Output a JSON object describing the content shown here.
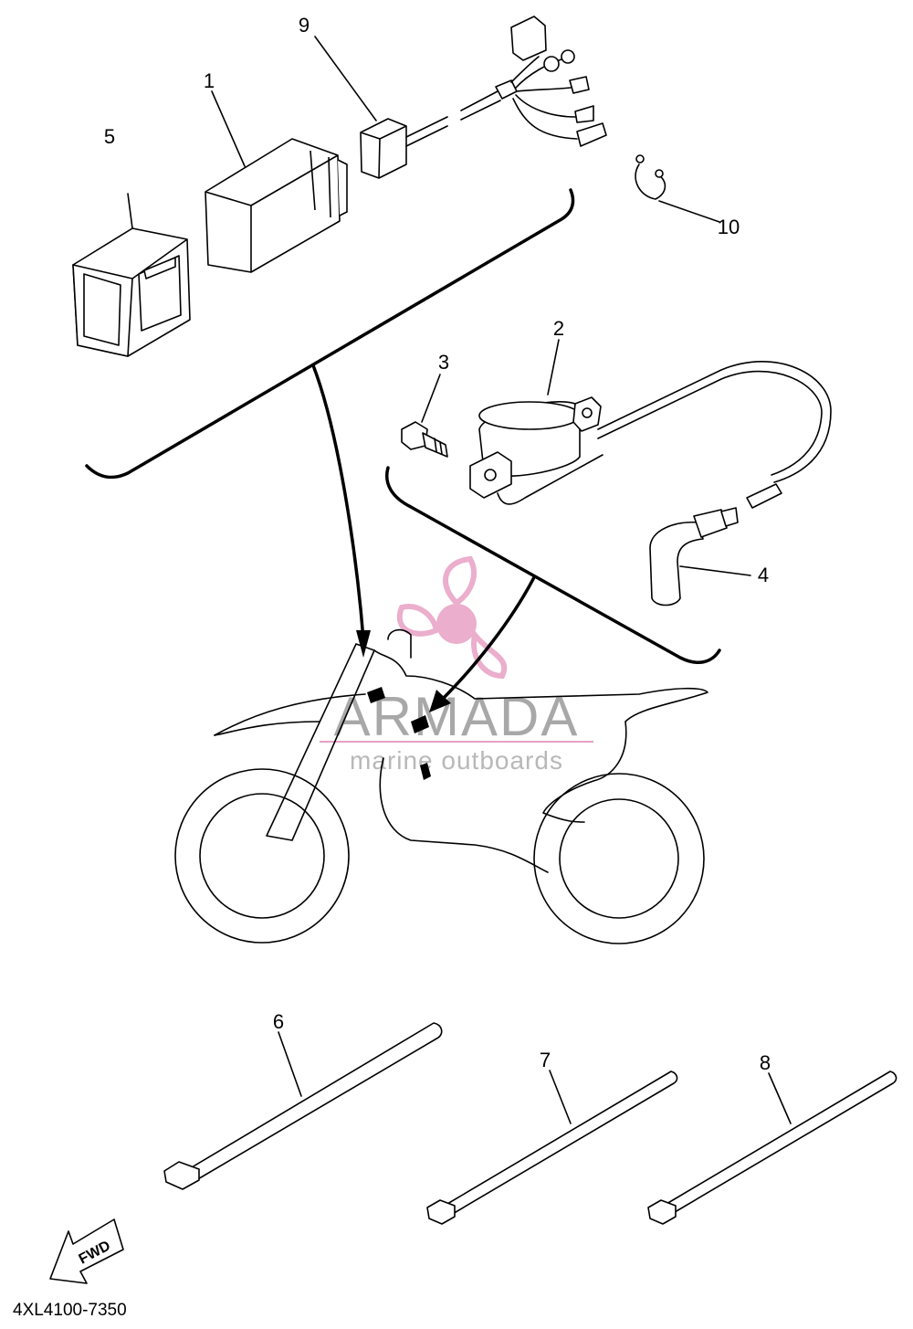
{
  "callouts": {
    "c1": "1",
    "c2": "2",
    "c3": "3",
    "c4": "4",
    "c5": "5",
    "c6": "6",
    "c7": "7",
    "c8": "8",
    "c9": "9",
    "c10": "10"
  },
  "watermark": {
    "title": "ARMADA",
    "subtitle": "marine outboards",
    "accent_color": "#e8a0c4"
  },
  "fwd_label": "FWD",
  "part_code": "4XL4100-7350"
}
